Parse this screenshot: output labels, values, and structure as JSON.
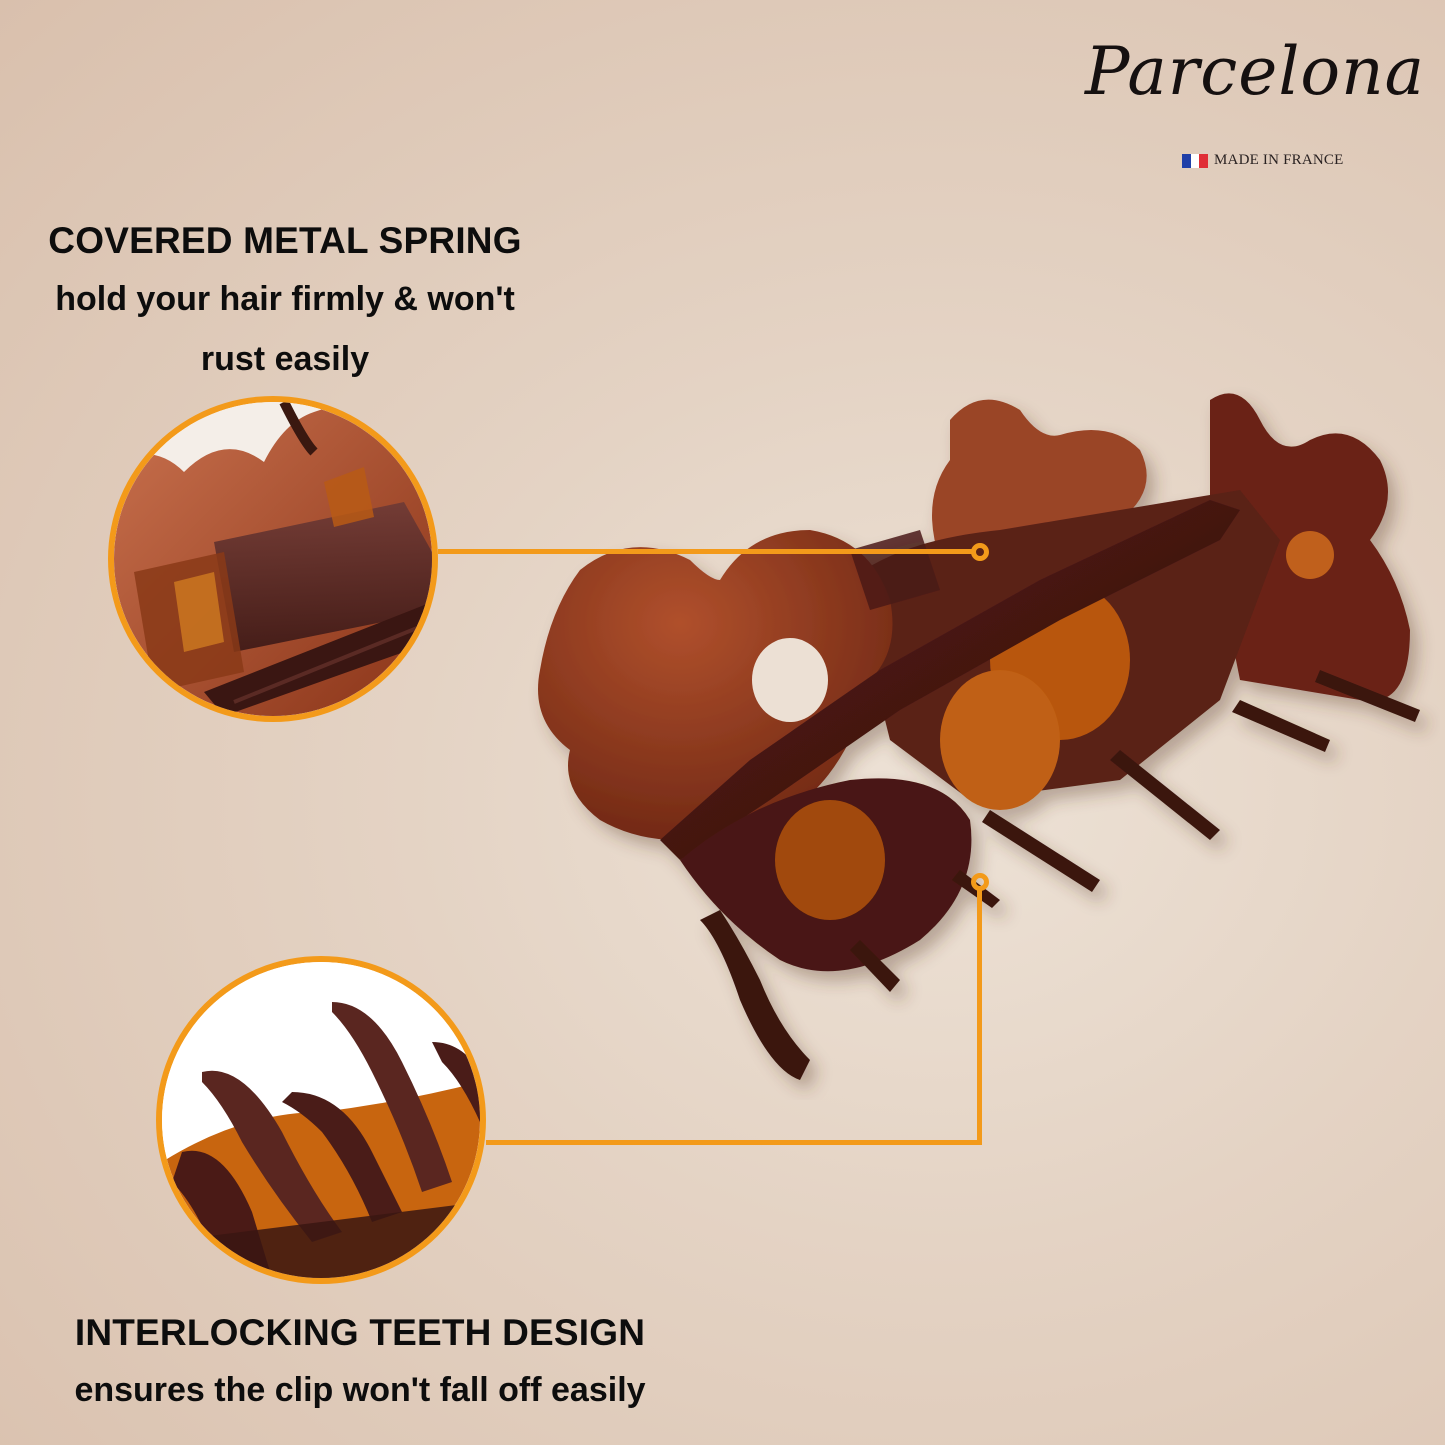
{
  "brand": {
    "name": "Parcelona",
    "tagline": "MADE IN FRANCE",
    "flag_colors": [
      "#1f3fa8",
      "#ffffff",
      "#e02e36"
    ]
  },
  "features": [
    {
      "title": "COVERED METAL SPRING",
      "description_line1": "hold your hair firmly & won't",
      "description_line2": "rust easily"
    },
    {
      "title": "INTERLOCKING TEETH DESIGN",
      "description_line1": "ensures the clip won't fall off easily"
    }
  ],
  "product": {
    "name": "flower-shaped tortoiseshell hair claw clip",
    "colors": {
      "main": "#7a2e14",
      "dark": "#3e1410",
      "amber": "#c25a10"
    }
  },
  "theme": {
    "accent": "#f39a1a",
    "background": "#e4d3c4",
    "text": "#0d0d0d"
  }
}
